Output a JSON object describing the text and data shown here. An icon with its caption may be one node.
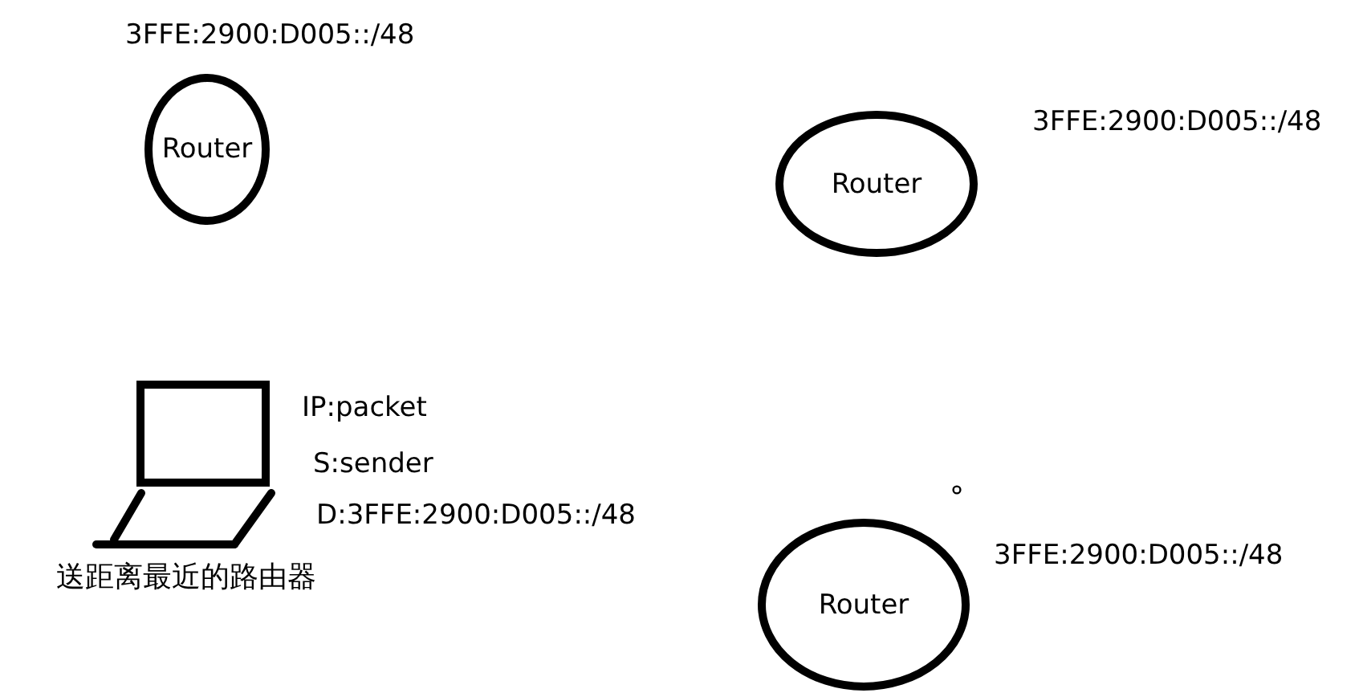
{
  "diagram": {
    "nodes": [
      {
        "text": [
          "Router"
        ],
        "beside": [
          "3FFE:2900:D005::/48"
        ]
      },
      {
        "text": [
          "Router"
        ],
        "beside": [
          "3FFE:2900:D005::/48"
        ]
      },
      {
        "text": [
          "Router"
        ],
        "beside": [
          "3FFE:2900:D005::/48"
        ]
      }
    ],
    "labels": [
      "IP:packet",
      "S:sender",
      "D:3FFE:2900:D005::/48",
      "送距离最近的路由器"
    ]
  }
}
